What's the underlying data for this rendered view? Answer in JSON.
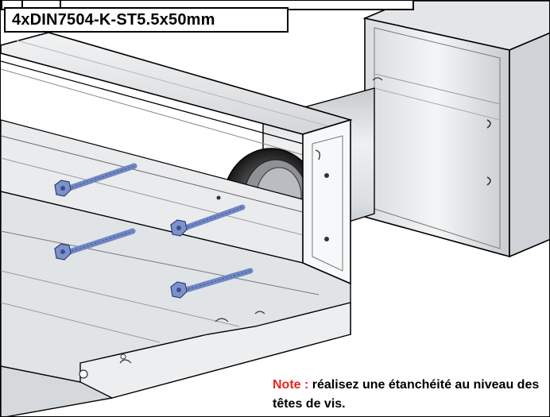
{
  "header": {
    "screw_spec": "4xDIN7504-K-ST5.5x50mm"
  },
  "note": {
    "label": "Note :",
    "text": "réalisez une étanchéité au niveau des têtes de vis."
  },
  "colors": {
    "note_label": "#e8251f",
    "screw_blue": "#6f86c4",
    "aluminium_light": "#eef0f2",
    "aluminium_shade": "#bfc3c9",
    "gasket": "#2a2a2a"
  },
  "icons": [
    "screw-icon",
    "gasket-ring-icon"
  ]
}
